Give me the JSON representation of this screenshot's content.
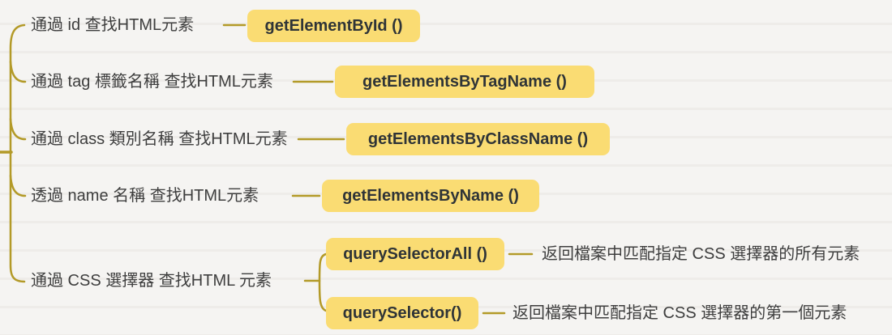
{
  "title": "DOM element lookup mind map",
  "colors": {
    "line": "#b39a28",
    "highlight": "#fadc73",
    "label_text": "#3e3e3e",
    "method_text": "#2f3437",
    "background": "#f5f4f2"
  },
  "branches": [
    {
      "label": "通過 id 查找HTML元素",
      "method": "getElementById ()"
    },
    {
      "label": "通過 tag 標籤名稱 查找HTML元素",
      "method": "getElementsByTagName ()"
    },
    {
      "label": "通過 class 類別名稱 查找HTML元素",
      "method": "getElementsByClassName ()"
    },
    {
      "label": "透過 name 名稱 查找HTML元素",
      "method": "getElementsByName ()"
    },
    {
      "label": "通過 CSS 選擇器 查找HTML 元素",
      "children": [
        {
          "method": "querySelectorAll ()",
          "description": "返回檔案中匹配指定 CSS 選擇器的所有元素"
        },
        {
          "method": "querySelector()",
          "description": "返回檔案中匹配指定 CSS 選擇器的第一個元素"
        }
      ]
    }
  ]
}
